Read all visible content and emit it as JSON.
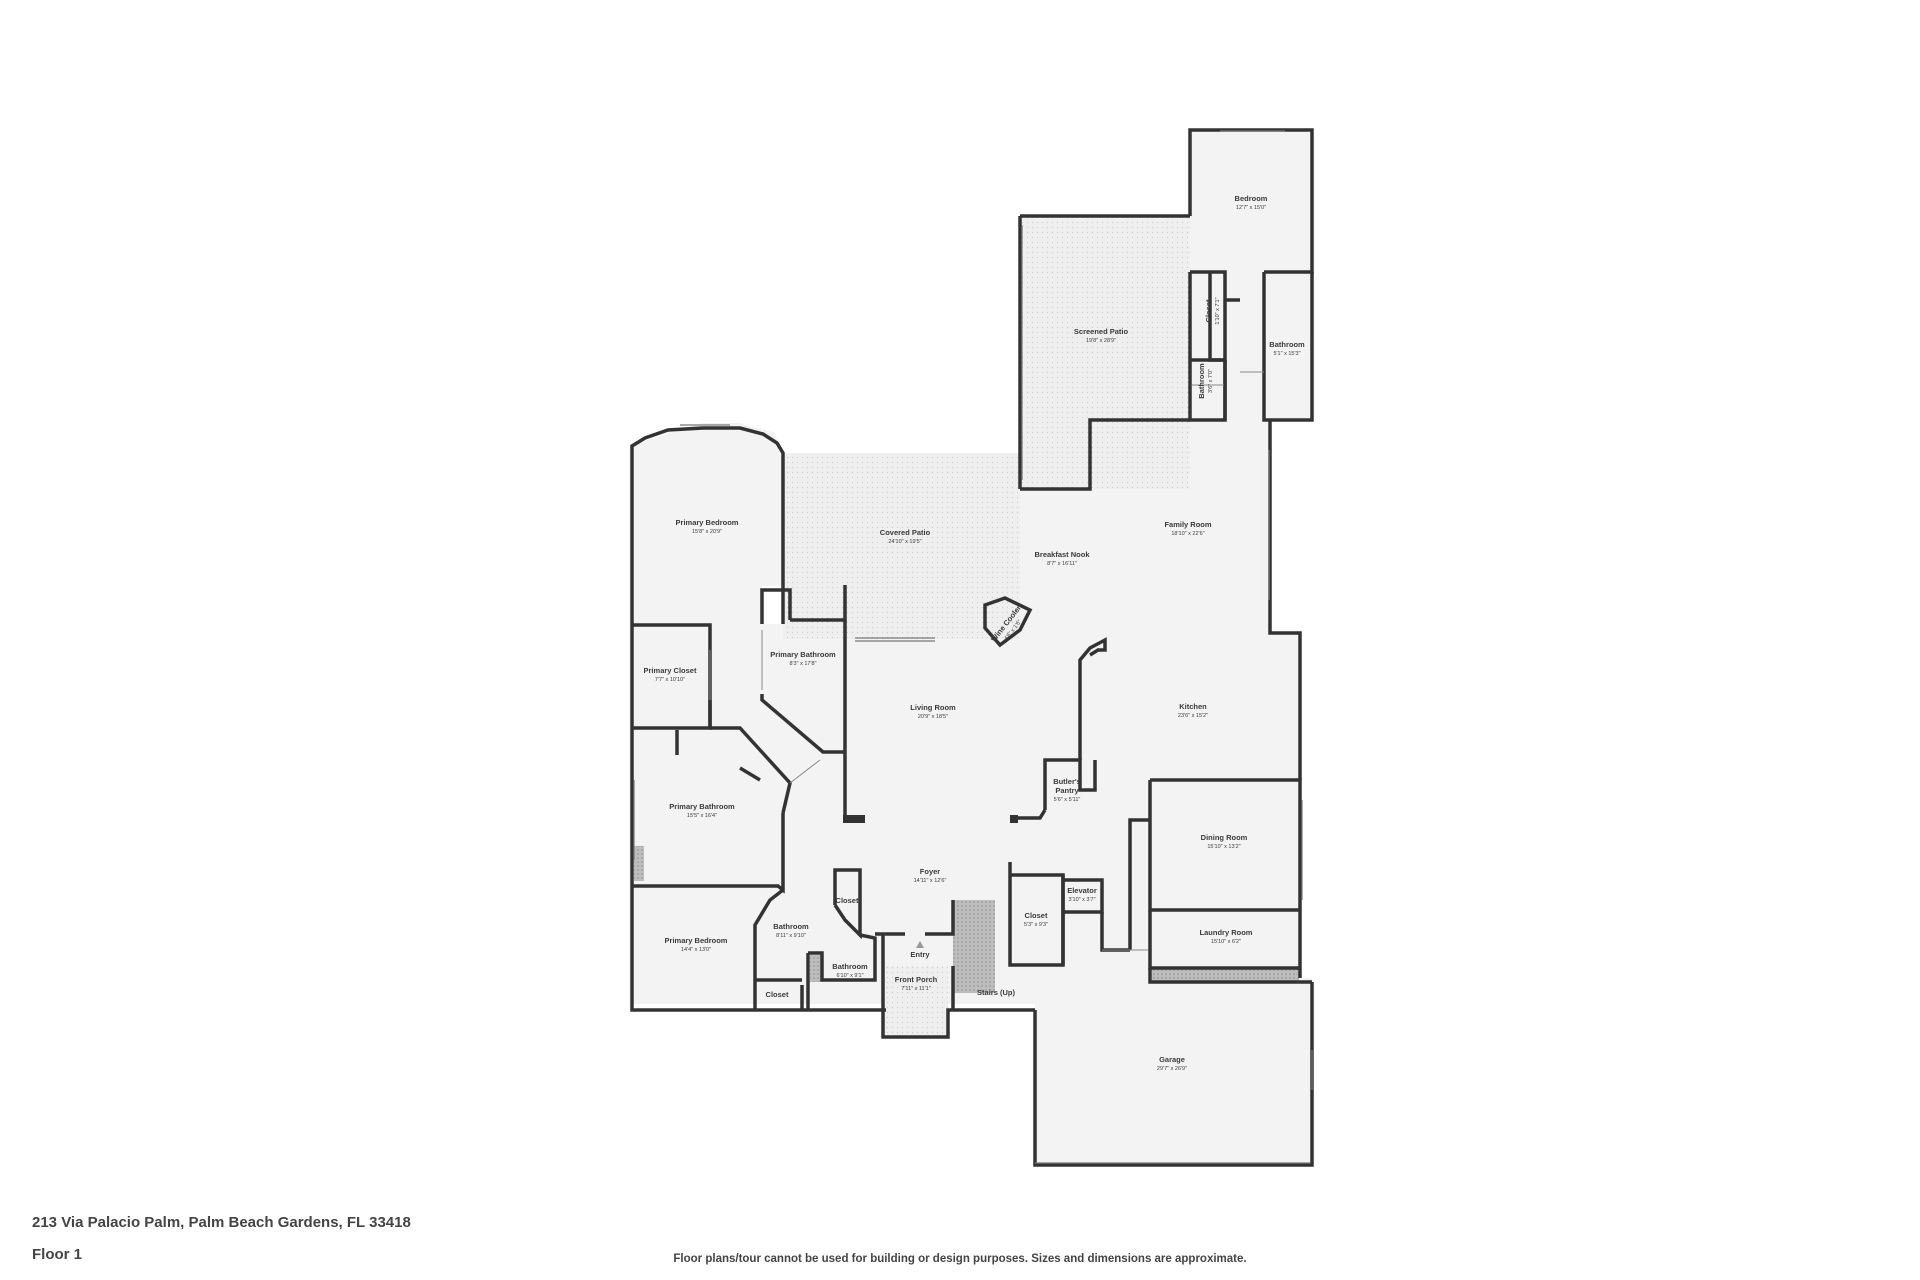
{
  "address": "213 Via Palacio Palm, Palm Beach Gardens, FL 33418",
  "floor_label": "Floor 1",
  "disclaimer": "Floor plans/tour cannot be used for building or design purposes. Sizes and dimensions are approximate.",
  "rooms": {
    "bedroom_upper": {
      "name": "Bedroom",
      "dim": "12'7\" x 15'0\""
    },
    "closet_upper": {
      "name": "Closet",
      "dim": "1'10\" x 7'1\""
    },
    "bathroom_upper_right": {
      "name": "Bathroom",
      "dim": "5'1\" x 15'3\""
    },
    "bathroom_small_upper": {
      "name": "Bathroom",
      "dim": "3'6\" x 7'0\""
    },
    "screened_patio": {
      "name": "Screened Patio",
      "dim": "19'8\" x 28'9\""
    },
    "primary_bedroom_top": {
      "name": "Primary Bedroom",
      "dim": "15'8\" x 20'9\""
    },
    "covered_patio": {
      "name": "Covered Patio",
      "dim": "24'10\" x 19'5\""
    },
    "breakfast_nook": {
      "name": "Breakfast Nook",
      "dim": "8'7\" x 16'11\""
    },
    "family_room": {
      "name": "Family Room",
      "dim": "18'10\" x 22'6\""
    },
    "wine_cooler": {
      "name": "Wine Cooler",
      "dim": "4'6\" x 1'6\""
    },
    "primary_closet": {
      "name": "Primary Closet",
      "dim": "7'7\" x 10'10\""
    },
    "primary_bathroom_mid": {
      "name": "Primary Bathroom",
      "dim": "8'3\" x 17'8\""
    },
    "living_room": {
      "name": "Living Room",
      "dim": "20'9\" x 18'5\""
    },
    "kitchen": {
      "name": "Kitchen",
      "dim": "23'6\" x 15'2\""
    },
    "butlers_pantry": {
      "name": "Butler's",
      "name2": "Pantry",
      "dim": "5'6\" x 5'11\""
    },
    "primary_bathroom_lower": {
      "name": "Primary Bathroom",
      "dim": "15'5\" x 16'4\""
    },
    "dining_room": {
      "name": "Dining Room",
      "dim": "15'10\" x 13'2\""
    },
    "foyer": {
      "name": "Foyer",
      "dim": "14'11\" x 12'6\""
    },
    "elevator": {
      "name": "Elevator",
      "dim": "3'10\" x 3'7\""
    },
    "closet_foyer": {
      "name": "Closet",
      "dim": "5'3\" x 9'3\""
    },
    "closet_small": {
      "name": "Closet",
      "dim": ""
    },
    "laundry_room": {
      "name": "Laundry Room",
      "dim": "15'10\" x 6'2\""
    },
    "primary_bedroom_lower": {
      "name": "Primary Bedroom",
      "dim": "14'4\" x 13'0\""
    },
    "bathroom_lower_left": {
      "name": "Bathroom",
      "dim": "8'11\" x 9'10\""
    },
    "bathroom_lower_right": {
      "name": "Bathroom",
      "dim": "6'10\" x 9'1\""
    },
    "entry": {
      "name": "Entry",
      "dim": ""
    },
    "front_porch": {
      "name": "Front Porch",
      "dim": "7'11\" x 11'1\""
    },
    "stairs": {
      "name": "Stairs (Up)",
      "dim": ""
    },
    "closet_bottom": {
      "name": "Closet",
      "dim": ""
    },
    "garage": {
      "name": "Garage",
      "dim": "29'7\" x 26'9\""
    }
  }
}
